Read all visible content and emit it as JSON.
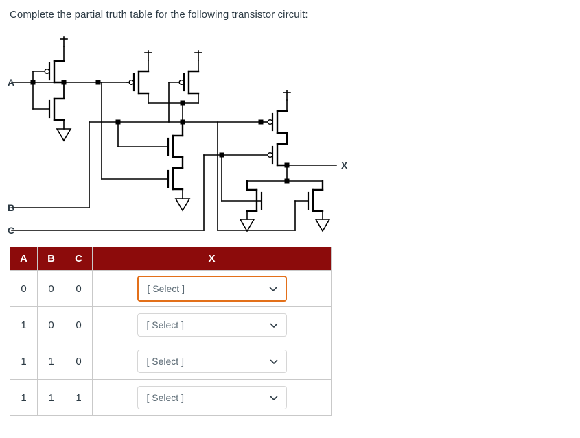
{
  "prompt": {
    "text": "Complete the partial truth table for the following transistor circuit:"
  },
  "circuit": {
    "input_labels": [
      "A",
      "B",
      "C"
    ],
    "output_label": "X",
    "power_symbol": "+",
    "ground_symbol": "gnd-triangle",
    "gates": [
      {
        "name": "inverter-A",
        "type": "inverter",
        "inputs": [
          "A"
        ],
        "output": "notA"
      },
      {
        "name": "nand-notA-B",
        "type": "nand",
        "inputs": [
          "notA",
          "B"
        ],
        "output": "n1"
      },
      {
        "name": "nor-n1-C",
        "type": "nor",
        "inputs": [
          "n1",
          "C"
        ],
        "output": "X"
      }
    ],
    "transistor_count": 10
  },
  "table": {
    "headers": [
      "A",
      "B",
      "C",
      "X"
    ],
    "rows": [
      {
        "A": "0",
        "B": "0",
        "C": "0",
        "x_value": "[ Select ]",
        "focused": true
      },
      {
        "A": "1",
        "B": "0",
        "C": "0",
        "x_value": "[ Select ]",
        "focused": false
      },
      {
        "A": "1",
        "B": "1",
        "C": "0",
        "x_value": "[ Select ]",
        "focused": false
      },
      {
        "A": "1",
        "B": "1",
        "C": "1",
        "x_value": "[ Select ]",
        "focused": false
      }
    ]
  },
  "colors": {
    "header_bg": "#8c0b0b",
    "header_text": "#ffffff",
    "focus_border": "#e3701a",
    "cell_border": "#c9c9c9",
    "text": "#2d3b45",
    "placeholder_text": "#5b6a74"
  }
}
